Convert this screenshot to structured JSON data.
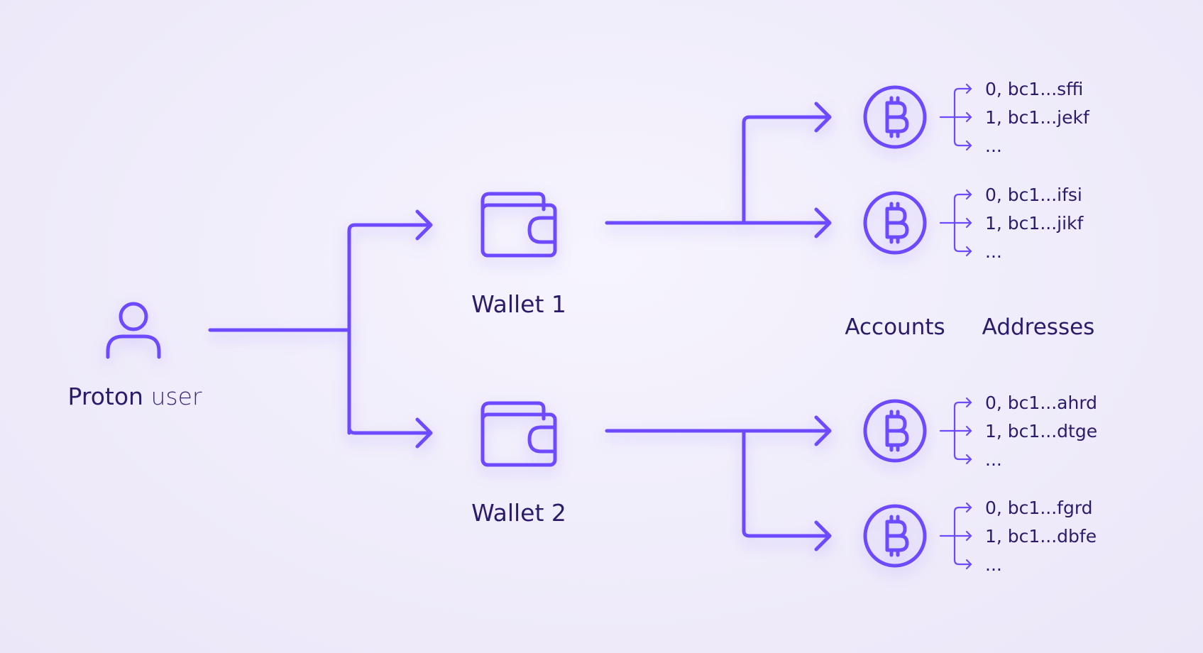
{
  "user": {
    "label_bold": "Proton",
    "label_light": "user",
    "icon": "user-icon"
  },
  "wallets": [
    {
      "label": "Wallet 1",
      "icon": "wallet-icon",
      "accounts": [
        {
          "icon": "bitcoin-icon",
          "addresses": [
            "0, bc1...sffi",
            "1, bc1...jekf",
            "..."
          ]
        },
        {
          "icon": "bitcoin-icon",
          "addresses": [
            "0, bc1...ifsi",
            "1, bc1...jikf",
            "..."
          ]
        }
      ]
    },
    {
      "label": "Wallet 2",
      "icon": "wallet-icon",
      "accounts": [
        {
          "icon": "bitcoin-icon",
          "addresses": [
            "0, bc1...ahrd",
            "1, bc1...dtge",
            "..."
          ]
        },
        {
          "icon": "bitcoin-icon",
          "addresses": [
            "0, bc1...fgrd",
            "1, bc1...dbfe",
            "..."
          ]
        }
      ]
    }
  ],
  "columns": {
    "accounts_label": "Accounts",
    "addresses_label": "Addresses"
  },
  "colors": {
    "accent": "#6d4aff",
    "text": "#2b1c6b",
    "background": "#f1eefb"
  }
}
